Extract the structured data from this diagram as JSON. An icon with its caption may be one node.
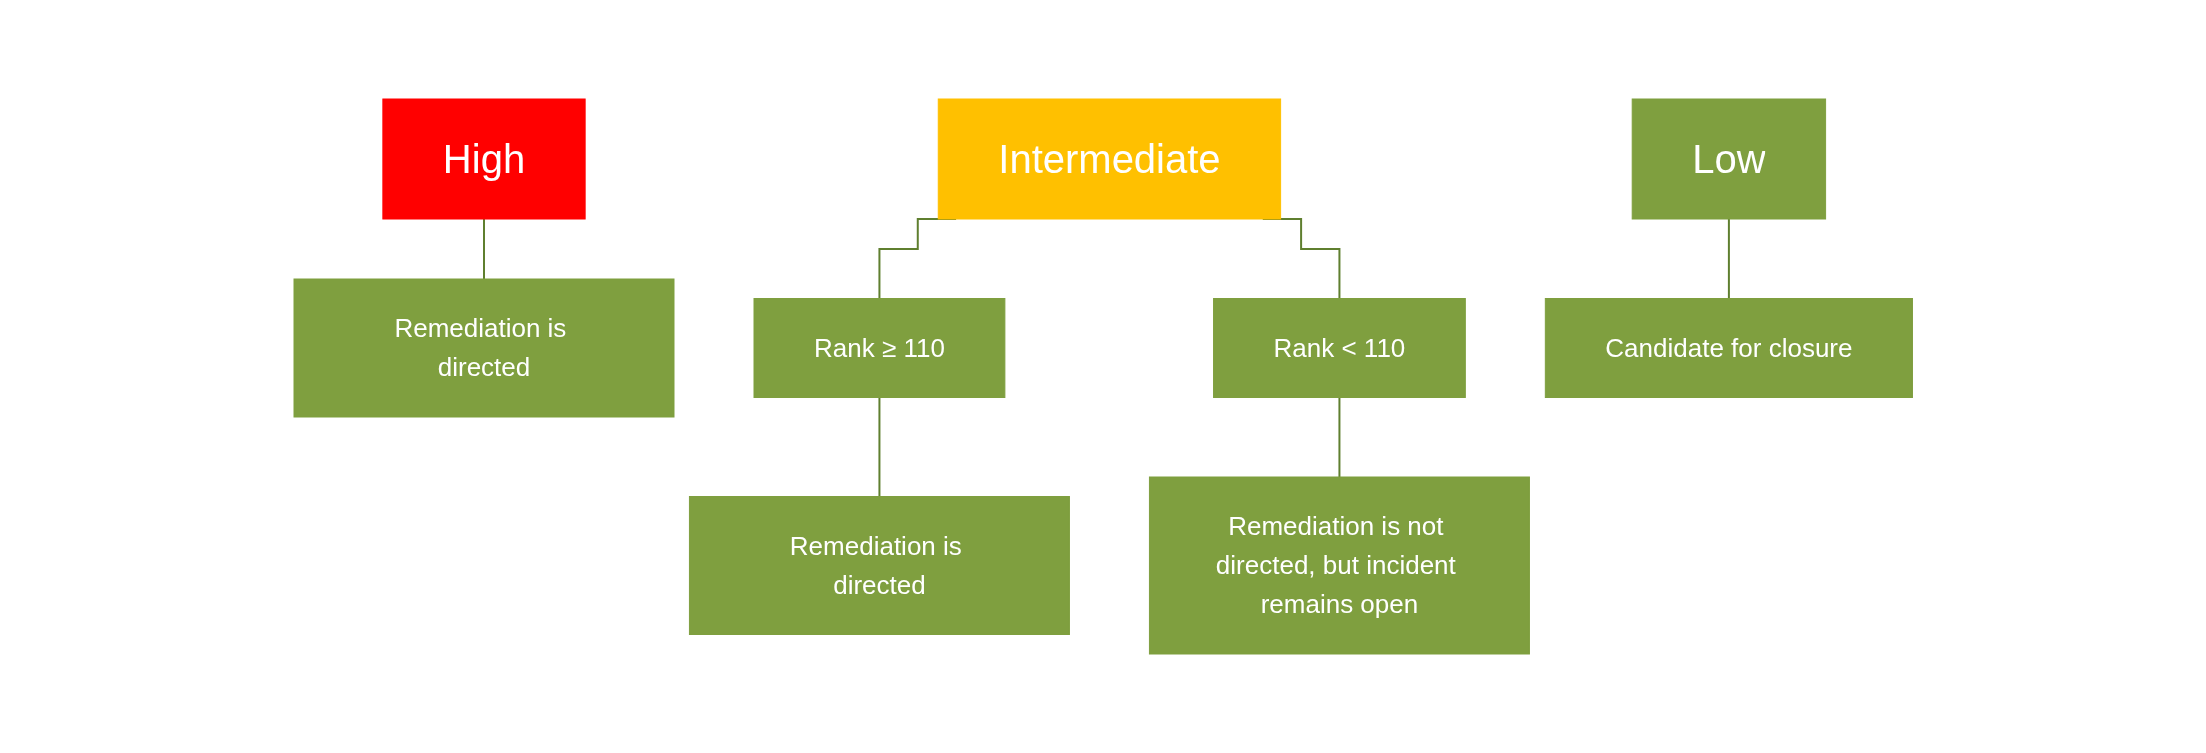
{
  "diagram": {
    "nodes": [
      {
        "text": [
          "High"
        ]
      },
      {
        "text": [
          "Remediation is directed"
        ]
      },
      {
        "text": [
          "Intermediate"
        ]
      },
      {
        "text": [
          "Rank ≥ 110"
        ]
      },
      {
        "text": [
          "Rank < 110"
        ]
      },
      {
        "text": [
          "Remediation is directed"
        ]
      },
      {
        "text": [
          "Remediation is not directed, but incident remains open"
        ]
      },
      {
        "text": [
          "Low"
        ]
      },
      {
        "text": [
          "Candidate for closure"
        ]
      }
    ],
    "edges": [
      {
        "from": 0,
        "to": 1,
        "arrow": "none"
      },
      {
        "from": 2,
        "to": 3,
        "arrow": "none"
      },
      {
        "from": 2,
        "to": 4,
        "arrow": "none"
      },
      {
        "from": 3,
        "to": 5,
        "arrow": "none"
      },
      {
        "from": 4,
        "to": 6,
        "arrow": "none"
      },
      {
        "from": 7,
        "to": 8,
        "arrow": "none"
      }
    ]
  }
}
